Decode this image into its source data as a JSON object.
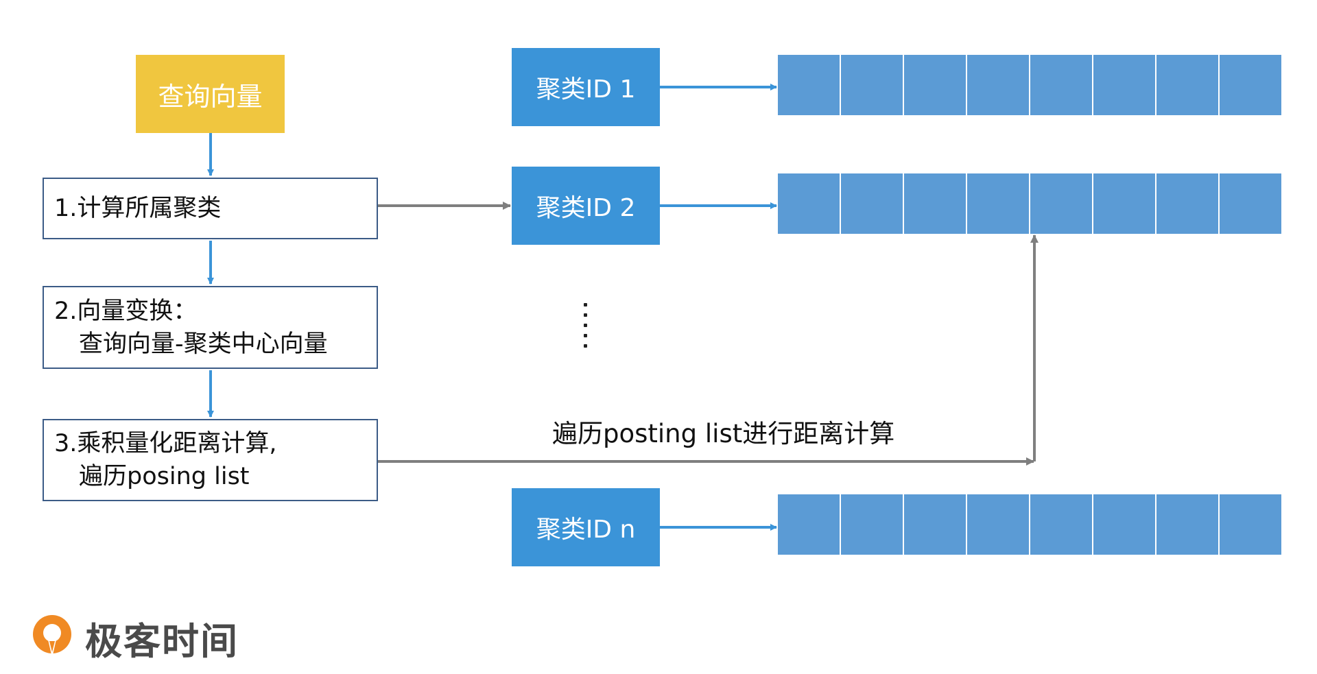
{
  "query_vector": "查询向量",
  "steps": {
    "step1": {
      "line1": "1.计算所属聚类"
    },
    "step2": {
      "line1": "2.向量变换：",
      "line2": "查询向量-聚类中心向量"
    },
    "step3": {
      "line1": "3.乘积量化距离计算,",
      "line2": "遍历posing list"
    }
  },
  "clusters": {
    "c1": "聚类ID 1",
    "c2": "聚类ID 2",
    "cn": "聚类ID n"
  },
  "traverse_label": "遍历posting list进行距离计算",
  "logo": {
    "text": "极客时间"
  },
  "colors": {
    "query": "#F0C63F",
    "cluster": "#3B94D8",
    "cell": "#5B9BD5",
    "blue_arrow": "#3B94D8",
    "gray_arrow": "#7F7F7F",
    "logo_orange": "#F08A24"
  },
  "posting_list_cells": 8
}
